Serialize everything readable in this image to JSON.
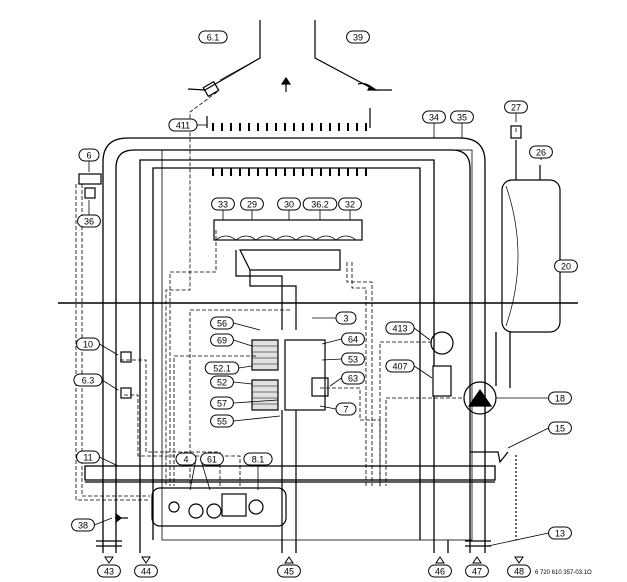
{
  "reference": "6 720 610 357-03.1O",
  "callouts": [
    {
      "id": "6.1"
    },
    {
      "id": "39"
    },
    {
      "id": "411"
    },
    {
      "id": "27"
    },
    {
      "id": "34"
    },
    {
      "id": "35"
    },
    {
      "id": "26"
    },
    {
      "id": "6"
    },
    {
      "id": "36"
    },
    {
      "id": "33"
    },
    {
      "id": "29"
    },
    {
      "id": "30"
    },
    {
      "id": "36.2"
    },
    {
      "id": "32"
    },
    {
      "id": "20"
    },
    {
      "id": "3"
    },
    {
      "id": "56"
    },
    {
      "id": "69"
    },
    {
      "id": "64"
    },
    {
      "id": "413"
    },
    {
      "id": "10"
    },
    {
      "id": "53"
    },
    {
      "id": "52.1"
    },
    {
      "id": "407"
    },
    {
      "id": "6.3"
    },
    {
      "id": "52"
    },
    {
      "id": "63"
    },
    {
      "id": "18"
    },
    {
      "id": "57"
    },
    {
      "id": "7"
    },
    {
      "id": "55"
    },
    {
      "id": "15"
    },
    {
      "id": "11"
    },
    {
      "id": "4"
    },
    {
      "id": "61"
    },
    {
      "id": "8.1"
    },
    {
      "id": "38"
    },
    {
      "id": "13"
    },
    {
      "id": "43"
    },
    {
      "id": "44"
    },
    {
      "id": "45"
    },
    {
      "id": "46"
    },
    {
      "id": "47"
    },
    {
      "id": "48"
    }
  ]
}
